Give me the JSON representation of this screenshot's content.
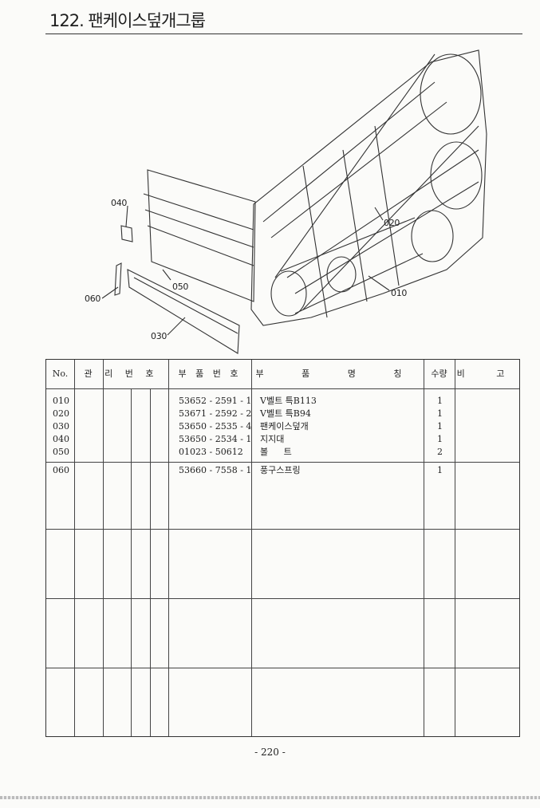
{
  "page": {
    "title": "122. 팬케이스덮개그룹",
    "page_number": "- 220 -"
  },
  "callouts": {
    "c010": "010",
    "c020": "020",
    "c030": "030",
    "c040": "040",
    "c050": "050",
    "c060": "060"
  },
  "table": {
    "headers": {
      "no": "No.",
      "mgmt": "관 리 번 호",
      "part_no": "부 품 번 호",
      "part_name": "부 품 명 칭",
      "qty": "수량",
      "remarks": "비 고"
    },
    "rows": [
      {
        "no": "010",
        "part_no": "53652 - 2591 - 1",
        "name": "V벨트 특B113",
        "qty": "1"
      },
      {
        "no": "020",
        "part_no": "53671 - 2592 - 2",
        "name": "V벨트 특B94",
        "qty": "1"
      },
      {
        "no": "030",
        "part_no": "53650 - 2535 - 4",
        "name": "팬케이스덮개",
        "qty": "1"
      },
      {
        "no": "040",
        "part_no": "53650 - 2534 - 1",
        "name": "지지대",
        "qty": "1"
      },
      {
        "no": "050",
        "part_no": "01023 - 50612",
        "name": "볼 트",
        "qty": "2"
      },
      {
        "no": "060",
        "part_no": "53660 - 7558 - 1",
        "name": "풍구스프링",
        "qty": "1"
      }
    ]
  }
}
